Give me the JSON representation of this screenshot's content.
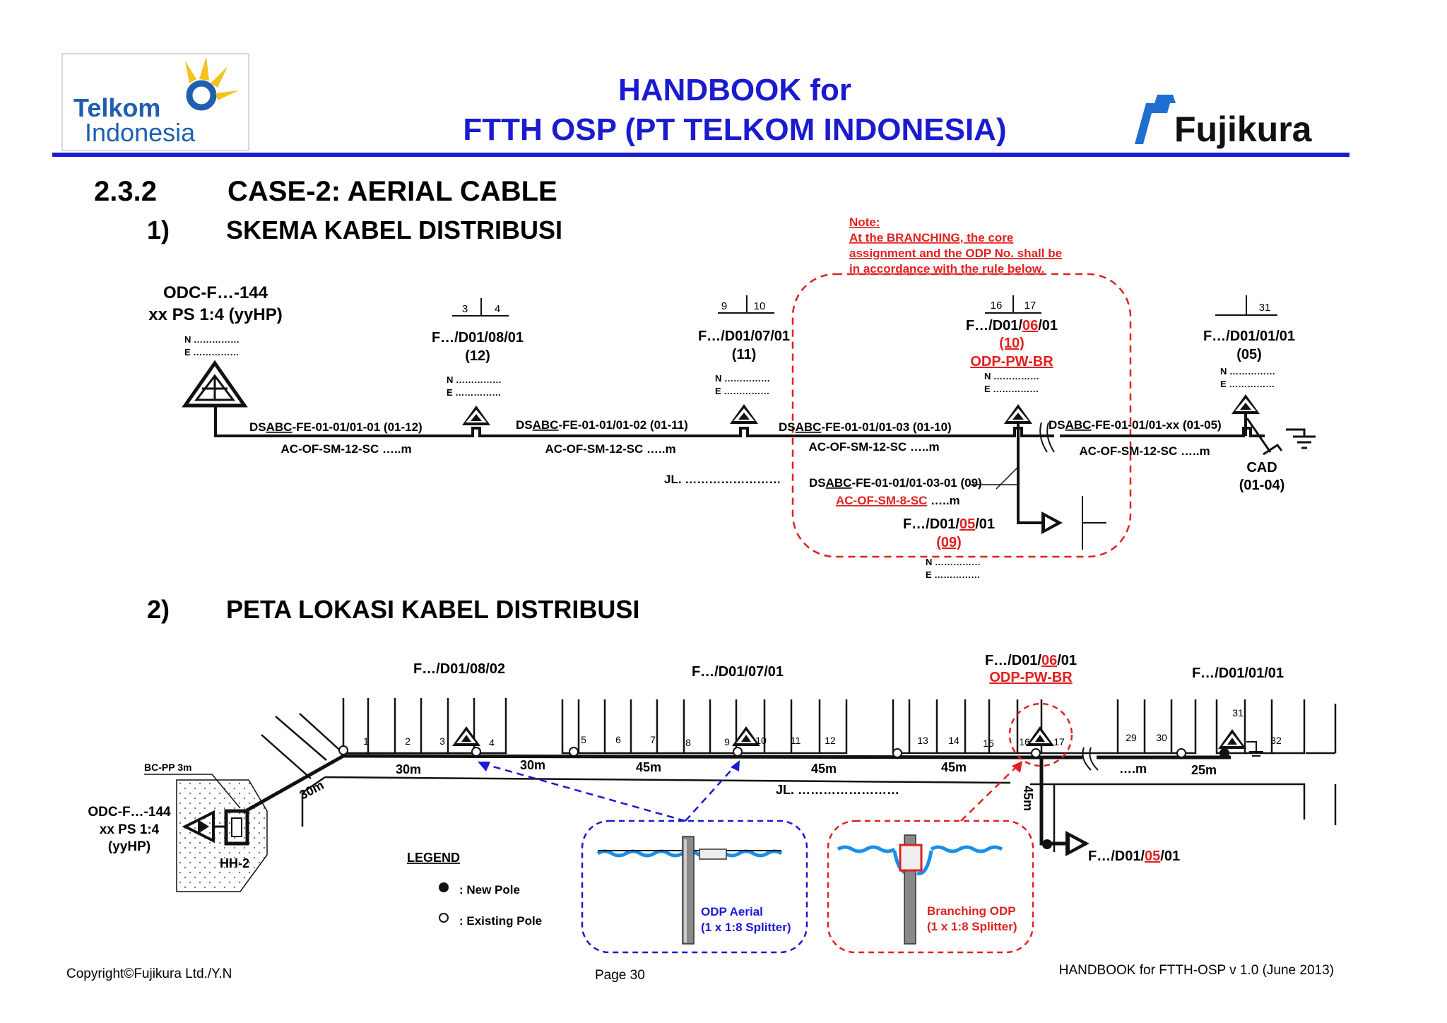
{
  "header": {
    "title_line1": "HANDBOOK for",
    "title_line2": "FTTH OSP (PT TELKOM INDONESIA)",
    "logo_left_line1": "Telkom",
    "logo_left_line2": "Indonesia",
    "logo_right": "Fujikura"
  },
  "section": {
    "number": "2.3.2",
    "title": "CASE-2: AERIAL CABLE",
    "sub1_number": "1)",
    "sub1_title": "SKEMA KABEL DISTRIBUSI",
    "sub2_number": "2)",
    "sub2_title": "PETA LOKASI KABEL DISTRIBUSI"
  },
  "note": {
    "l0": "Note:",
    "l1": "At the BRANCHING, the core",
    "l2": "assignment and the ODP No. shall be",
    "l3": "in accordance with the rule below."
  },
  "schema": {
    "odc_l1": "ODC-F…-144",
    "odc_l2": "xx PS 1:4 (yyHP)",
    "n_dots": "N ……………",
    "e_dots": "E ……………",
    "odp1": {
      "name": "F…/D01/08/01",
      "cores": "(12)",
      "port_a": "3",
      "port_b": "4"
    },
    "odp2": {
      "name": "F…/D01/07/01",
      "cores": "(11)",
      "port_a": "9",
      "port_b": "10"
    },
    "odp3": {
      "prefix": "F…/D01/",
      "mid": "06",
      "suffix": "/01",
      "cores": "(10)",
      "tag": "ODP-PW-BR",
      "port_a": "16",
      "port_b": "17"
    },
    "odp4": {
      "name": "F…/D01/01/01",
      "cores": "(05)",
      "port_b": "31"
    },
    "odp5": {
      "prefix": "F…/D01/",
      "mid": "05",
      "suffix": "/01",
      "cores": "(09)"
    },
    "seg1": {
      "id_pre": "DS",
      "id_ul": "ABC",
      "id_post": "-FE-01-01/01-01 (01-12)",
      "spec": "AC-OF-SM-12-SC …..m"
    },
    "seg2": {
      "id_pre": "DS",
      "id_ul": "ABC",
      "id_post": "-FE-01-01/01-02 (01-11)",
      "spec": "AC-OF-SM-12-SC …..m"
    },
    "seg3": {
      "id_pre": "DS",
      "id_ul": "ABC",
      "id_post": "-FE-01-01/01-03 (01-10)",
      "spec": "AC-OF-SM-12-SC …..m"
    },
    "seg4": {
      "id_pre": "DS",
      "id_ul": "ABC",
      "id_post": "-FE-01-01/01-xx (01-05)",
      "spec": "AC-OF-SM-12-SC …..m"
    },
    "branch": {
      "id_pre": "DS",
      "id_ul": "ABC",
      "id_post": "-FE-01-01/01-03-01 (09)",
      "spec": "AC-OF-SM-8-SC",
      "spec_tail": " …..m"
    },
    "jl": "JL. ……………………",
    "cad_l1": "CAD",
    "cad_l2": "(01-04)"
  },
  "map": {
    "odp1": "F…/D01/08/02",
    "odp2": "F…/D01/07/01",
    "odp3_prefix": "F…/D01/",
    "odp3_mid": "06",
    "odp3_suffix": "/01",
    "odp3_tag": "ODP-PW-BR",
    "odp4": "F…/D01/01/01",
    "odp5_prefix": "F…/D01/",
    "odp5_mid": "05",
    "odp5_suffix": "/01",
    "poles": [
      "1",
      "2",
      "3",
      "4",
      "5",
      "6",
      "7",
      "8",
      "9",
      "10",
      "11",
      "12",
      "13",
      "14",
      "15",
      "16",
      "17",
      "29",
      "30",
      "31",
      "32"
    ],
    "dist": {
      "d30a": "30m",
      "d30b": "30m",
      "d45a": "45m",
      "d45b": "45m",
      "d45c": "45m",
      "dm": "….m",
      "d25": "25m",
      "d45v": "45m",
      "d30c": "30m"
    },
    "bcpp": "BC-PP 3m",
    "odc_l1": "ODC-F…-144",
    "odc_l2": "xx PS 1:4",
    "odc_l3": "(yyHP)",
    "hh": "HH-2",
    "jl": "JL. ……………………"
  },
  "legend": {
    "title": "LEGEND",
    "new_pole": ": New Pole",
    "existing_pole": ": Existing Pole"
  },
  "insets": {
    "aerial_l1": "ODP Aerial",
    "aerial_l2": "(1 x 1:8 Splitter)",
    "branch_l1": "Branching ODP",
    "branch_l2": "(1 x 1:8 Splitter)"
  },
  "footer": {
    "copyright": "Copyright©Fujikura Ltd./Y.N",
    "page": "Page 30",
    "version": "HANDBOOK for FTTH-OSP v 1.0 (June 2013)"
  },
  "colors": {
    "blue": "#1a1ad0",
    "red": "#e02020",
    "black": "#111111"
  }
}
